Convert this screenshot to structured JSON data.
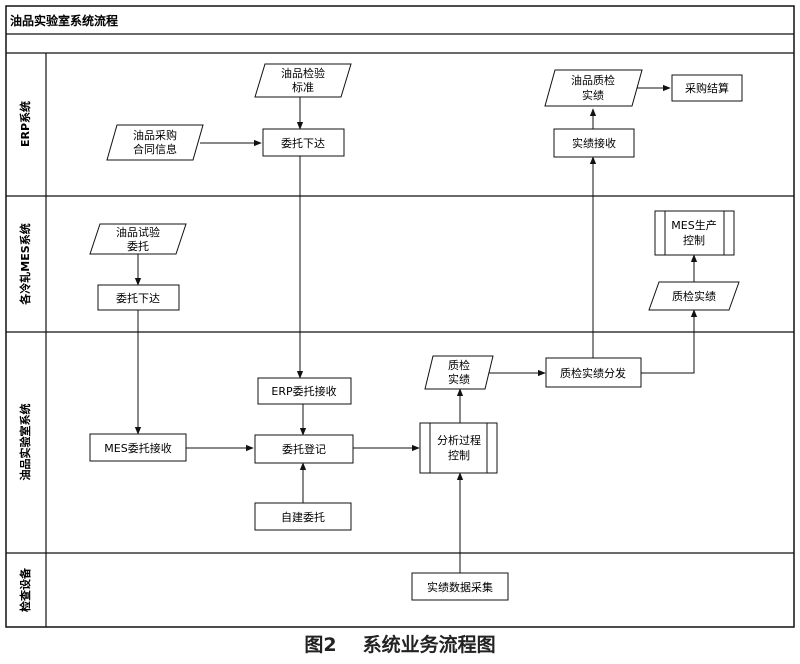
{
  "title": "油品实验室系统流程",
  "lanes": [
    {
      "id": "erp",
      "label": "ERP系统"
    },
    {
      "id": "mes",
      "label": "各冷轧MES系统"
    },
    {
      "id": "lab",
      "label": "油品实验室系统"
    },
    {
      "id": "dev",
      "label": "检查设备"
    }
  ],
  "nodes": [
    {
      "id": "std",
      "lines": [
        "油品检验",
        "标准"
      ],
      "shape": "data"
    },
    {
      "id": "contract",
      "lines": [
        "油品采购",
        "合同信息"
      ],
      "shape": "data"
    },
    {
      "id": "erp_issue",
      "lines": [
        "委托下达"
      ],
      "shape": "process"
    },
    {
      "id": "qc_result",
      "lines": [
        "油品质检",
        "实绩"
      ],
      "shape": "data"
    },
    {
      "id": "purchase",
      "lines": [
        "采购结算"
      ],
      "shape": "process"
    },
    {
      "id": "result_rcv",
      "lines": [
        "实绩接收"
      ],
      "shape": "process"
    },
    {
      "id": "trial",
      "lines": [
        "油品试验",
        "委托"
      ],
      "shape": "data"
    },
    {
      "id": "mes_issue",
      "lines": [
        "委托下达"
      ],
      "shape": "process"
    },
    {
      "id": "mes_prod",
      "lines": [
        "MES生产",
        "控制"
      ],
      "shape": "predefined"
    },
    {
      "id": "mes_qc",
      "lines": [
        "质检实绩"
      ],
      "shape": "data"
    },
    {
      "id": "lab_qc",
      "lines": [
        "质检",
        "实绩"
      ],
      "shape": "data"
    },
    {
      "id": "distribute",
      "lines": [
        "质检实绩分发"
      ],
      "shape": "process"
    },
    {
      "id": "erp_rcv",
      "lines": [
        "ERP委托接收"
      ],
      "shape": "process"
    },
    {
      "id": "mes_rcv",
      "lines": [
        "MES委托接收"
      ],
      "shape": "process"
    },
    {
      "id": "register",
      "lines": [
        "委托登记"
      ],
      "shape": "process"
    },
    {
      "id": "analysis",
      "lines": [
        "分析过程",
        "控制"
      ],
      "shape": "predefined"
    },
    {
      "id": "self_new",
      "lines": [
        "自建委托"
      ],
      "shape": "process"
    },
    {
      "id": "collect",
      "lines": [
        "实绩数据采集"
      ],
      "shape": "process"
    }
  ],
  "caption": {
    "number": "图2",
    "text": "系统业务流程图"
  }
}
